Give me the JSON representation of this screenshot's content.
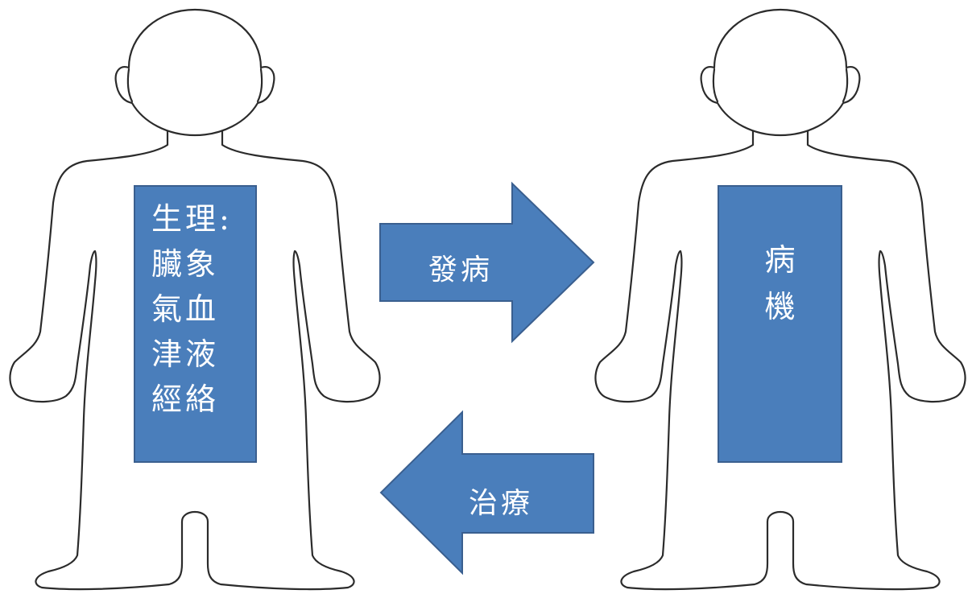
{
  "colors": {
    "box_fill": "#4a7ebb",
    "box_stroke": "#3a5f8f",
    "outline": "#2b2b2b",
    "text": "#ffffff"
  },
  "physiology": {
    "lines": [
      "生理:",
      "臟象",
      "氣血",
      "津液",
      "經絡"
    ]
  },
  "pathogenesis": {
    "lines": [
      "病",
      "機"
    ]
  },
  "arrows": {
    "onset_label": "發病",
    "treatment_label": "治療"
  }
}
